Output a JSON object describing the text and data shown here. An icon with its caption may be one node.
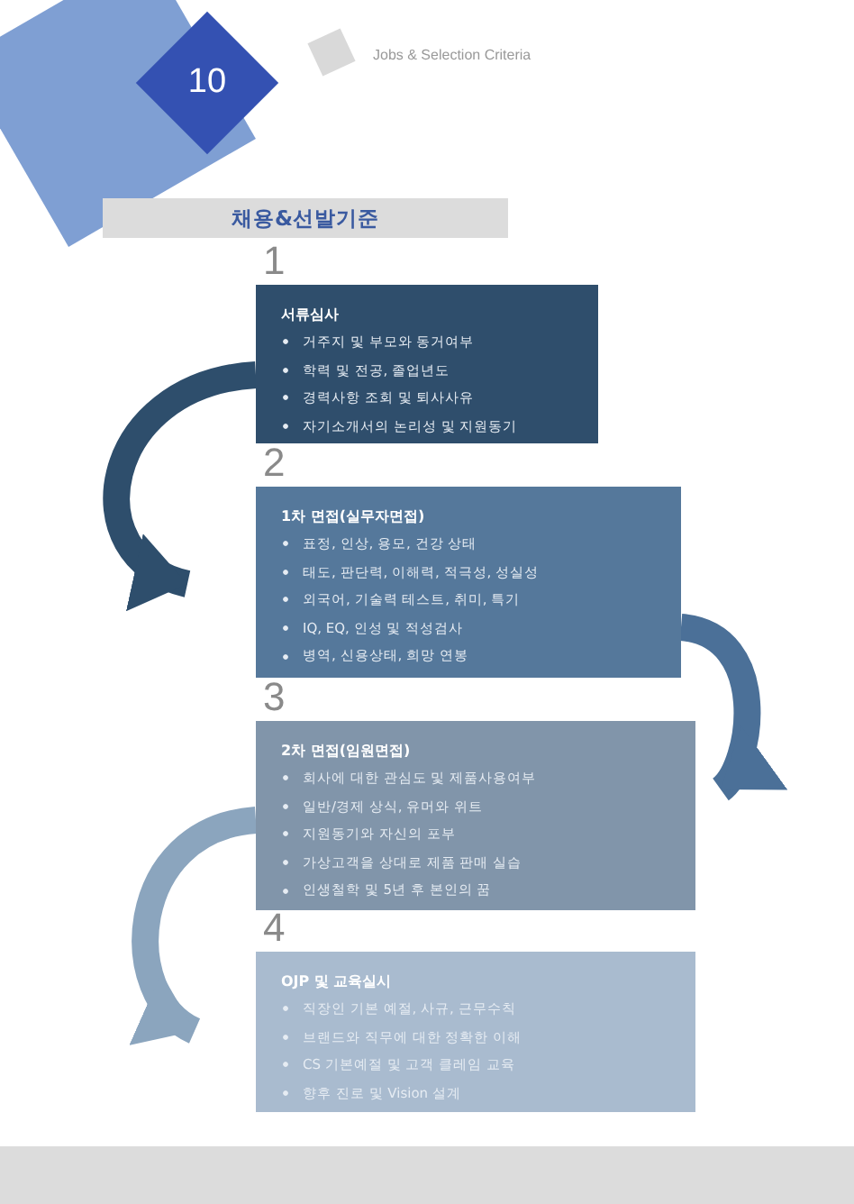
{
  "diagram": {
    "title": "채용&선발기준",
    "nodes": [
      {
        "text": [
          "1",
          "서류심사",
          "거주지 및 부모와 동거여부",
          "학력 및 전공, 졸업년도",
          "경력사항 조회 및 퇴사사유",
          "자기소개서의 논리성 및 지원동기"
        ]
      },
      {
        "text": [
          "2",
          "1차 면접(실무자면접)",
          "표정, 인상, 용모, 건강 상태",
          "태도, 판단력, 이해력, 적극성, 성실성",
          "외국어, 기술력 테스트, 취미, 특기",
          "IQ, EQ, 인성 및 적성검사",
          "병역, 신용상태, 희망 연봉"
        ]
      },
      {
        "text": [
          "3",
          "2차 면접(임원면접)",
          "회사에 대한 관심도 및 제품사용여부",
          "일반/경제 상식, 유머와 위트",
          "지원동기와 자신의 포부",
          "가상고객을 상대로 제품 판매 실습",
          "인생철학 및 5년 후 본인의 꿈"
        ]
      },
      {
        "text": [
          "4",
          "OJP 및 교육실시",
          "직장인 기본 예절, 사규, 근무수칙",
          "브랜드와 직무에 대한 정확한 이해",
          "CS 기본예절 및 고객 클레임 교육",
          "향후 진로 및 Vision 설계"
        ]
      }
    ],
    "edges": [
      {
        "from": 0,
        "to": 1,
        "arrow": "to",
        "color": "#2e4e6c"
      },
      {
        "from": 1,
        "to": 2,
        "arrow": "to",
        "color": "#4b7098"
      },
      {
        "from": 2,
        "to": 3,
        "arrow": "to",
        "color": "#8ba5be"
      }
    ],
    "labels": [
      "10",
      "Jobs & Selection Criteria"
    ]
  }
}
